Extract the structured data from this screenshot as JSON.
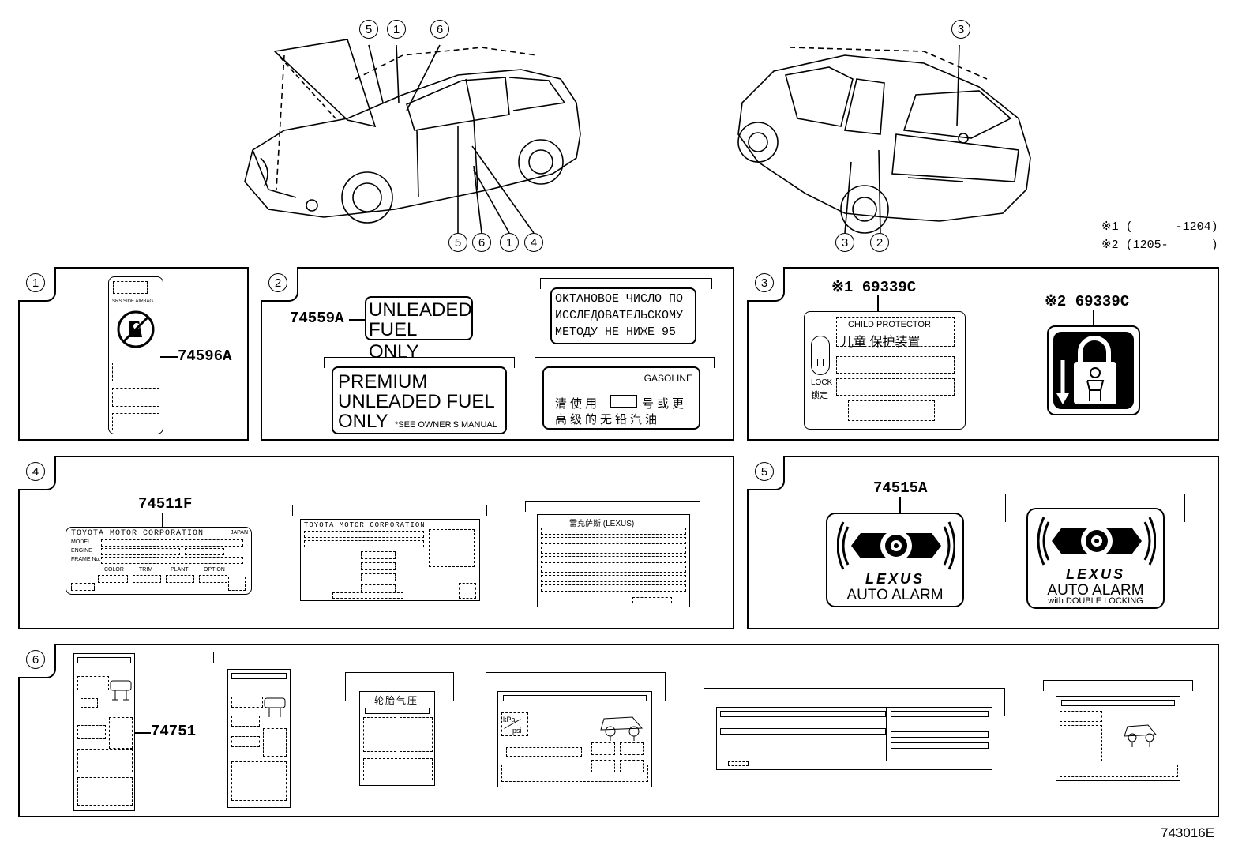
{
  "top": {
    "callouts_front_top": [
      "5",
      "1",
      "6"
    ],
    "callouts_front_bottom": [
      "5",
      "6",
      "1",
      "4"
    ],
    "callouts_rear_top": [
      "3"
    ],
    "callouts_rear_bottom": [
      "3",
      "2"
    ],
    "notes": [
      "※1 (      -1204)",
      "※2 (1205-      )"
    ]
  },
  "panels": {
    "p1": {
      "num": "1",
      "part": "74596A",
      "small_text": "SRS  SIDE  AIRBAG"
    },
    "p2": {
      "num": "2",
      "part": "74559A",
      "label_a": [
        "UNLEADED",
        "FUEL ONLY"
      ],
      "label_b": [
        "ОКТАНОВОЕ ЧИСЛО ПО",
        "ИССЛЕДОВАТЕЛЬСКОМУ",
        "МЕТОДУ НЕ НИЖЕ 95"
      ],
      "label_c": [
        "PREMIUM",
        "UNLEADED FUEL",
        "ONLY"
      ],
      "label_c_note": "*SEE OWNER'S MANUAL",
      "label_d_head": "GASOLINE",
      "label_d_line1a": "清使用",
      "label_d_line1b": "号或更",
      "label_d_line2": "高级的无铅汽油"
    },
    "p3": {
      "num": "3",
      "part1": "※1 69339C",
      "part2": "※2 69339C",
      "child_title": "CHILD PROTECTOR",
      "child_cn": "儿童 保护装置",
      "lock_en": "LOCK",
      "lock_cn": "锁定"
    },
    "p4": {
      "num": "4",
      "part": "74511F",
      "plate1_title": "TOYOTA MOTOR CORPORATION",
      "plate1_japan": "JAPAN",
      "plate1_rows": [
        "MODEL",
        "ENGINE",
        "FRAME No."
      ],
      "plate1_cols": [
        "COLOR",
        "TRIM",
        "PLANT",
        "OPTION"
      ],
      "plate2_title": "TOYOTA MOTOR CORPORATION",
      "plate3_title": "雷克萨斯 (LEXUS)"
    },
    "p5": {
      "num": "5",
      "part": "74515A",
      "brand": "LEXUS",
      "alarm": "AUTO ALARM",
      "alarm_sub": "with DOUBLE LOCKING"
    },
    "p6": {
      "num": "6",
      "part": "74751",
      "tag_cn": "轮胎气压",
      "kpa": "kPa",
      "psi": "psi"
    }
  },
  "figure_id": "743016E"
}
